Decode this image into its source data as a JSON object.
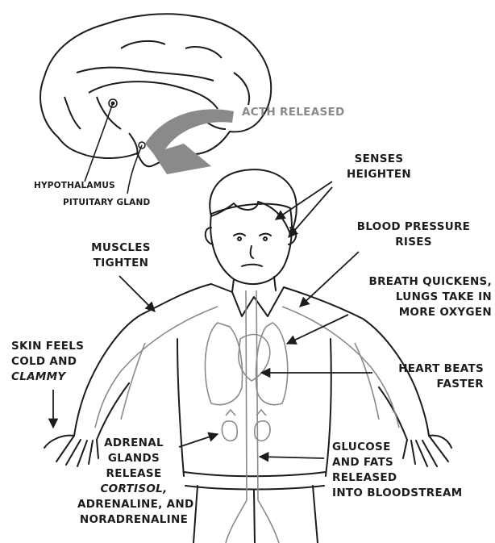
{
  "labels": {
    "acth": "ACTH RELEASED",
    "hypothalamus": "HYPOTHALAMUS",
    "pituitary": "PITUITARY GLAND",
    "senses": [
      "SENSES",
      "HEIGHTEN"
    ],
    "blood_pressure": [
      "BLOOD PRESSURE",
      "RISES"
    ],
    "muscles": [
      "MUSCLES",
      "TIGHTEN"
    ],
    "breath": [
      "BREATH QUICKENS,",
      "LUNGS TAKE IN",
      "MORE OXYGEN"
    ],
    "skin": [
      "SKIN FEELS",
      "COLD AND",
      "CLAMMY"
    ],
    "heart": [
      "HEART BEATS",
      "FASTER"
    ],
    "adrenal": [
      "ADRENAL",
      "GLANDS",
      "RELEASE",
      "CORTISOL,",
      "ADRENALINE, AND",
      "NORADRENALINE"
    ],
    "glucose": [
      "GLUCOSE",
      "AND FATS",
      "RELEASED",
      "INTO BLOODSTREAM"
    ]
  },
  "colors": {
    "ink": "#1c1c1c",
    "arrow_grey": "#8a8a8a"
  }
}
